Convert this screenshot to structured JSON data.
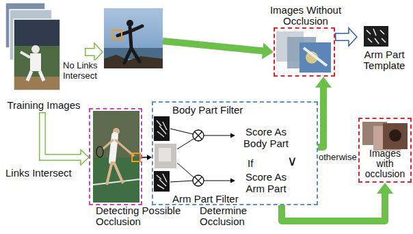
{
  "diagram": {
    "nodes": [
      {
        "text": [
          "Training Images"
        ]
      },
      {
        "text": [
          "Images Without Occlusion"
        ]
      },
      {
        "text": [
          "Arm Part Template"
        ]
      },
      {
        "text": [
          "Detecting Possible Occlusion"
        ]
      },
      {
        "text": [
          "Determine Occlusion"
        ]
      },
      {
        "text": [
          "Images with occlusion"
        ]
      }
    ],
    "edges": [
      {
        "from": 0,
        "to": 1,
        "arrow": "to",
        "label": "No Links Intersect"
      },
      {
        "from": 1,
        "to": 2,
        "arrow": "to"
      },
      {
        "from": 0,
        "to": 3,
        "arrow": "to",
        "label": "Links Intersect"
      },
      {
        "from": 3,
        "to": 4,
        "arrow": "to"
      },
      {
        "from": 4,
        "to": 1,
        "arrow": "to",
        "label": "otherwise"
      },
      {
        "from": 4,
        "to": 5,
        "arrow": "to"
      }
    ],
    "labels": [
      "Body Part Filter",
      "Score As Body Part",
      "If",
      "∨",
      "Score As Arm Part",
      "Arm Part Filter"
    ]
  }
}
